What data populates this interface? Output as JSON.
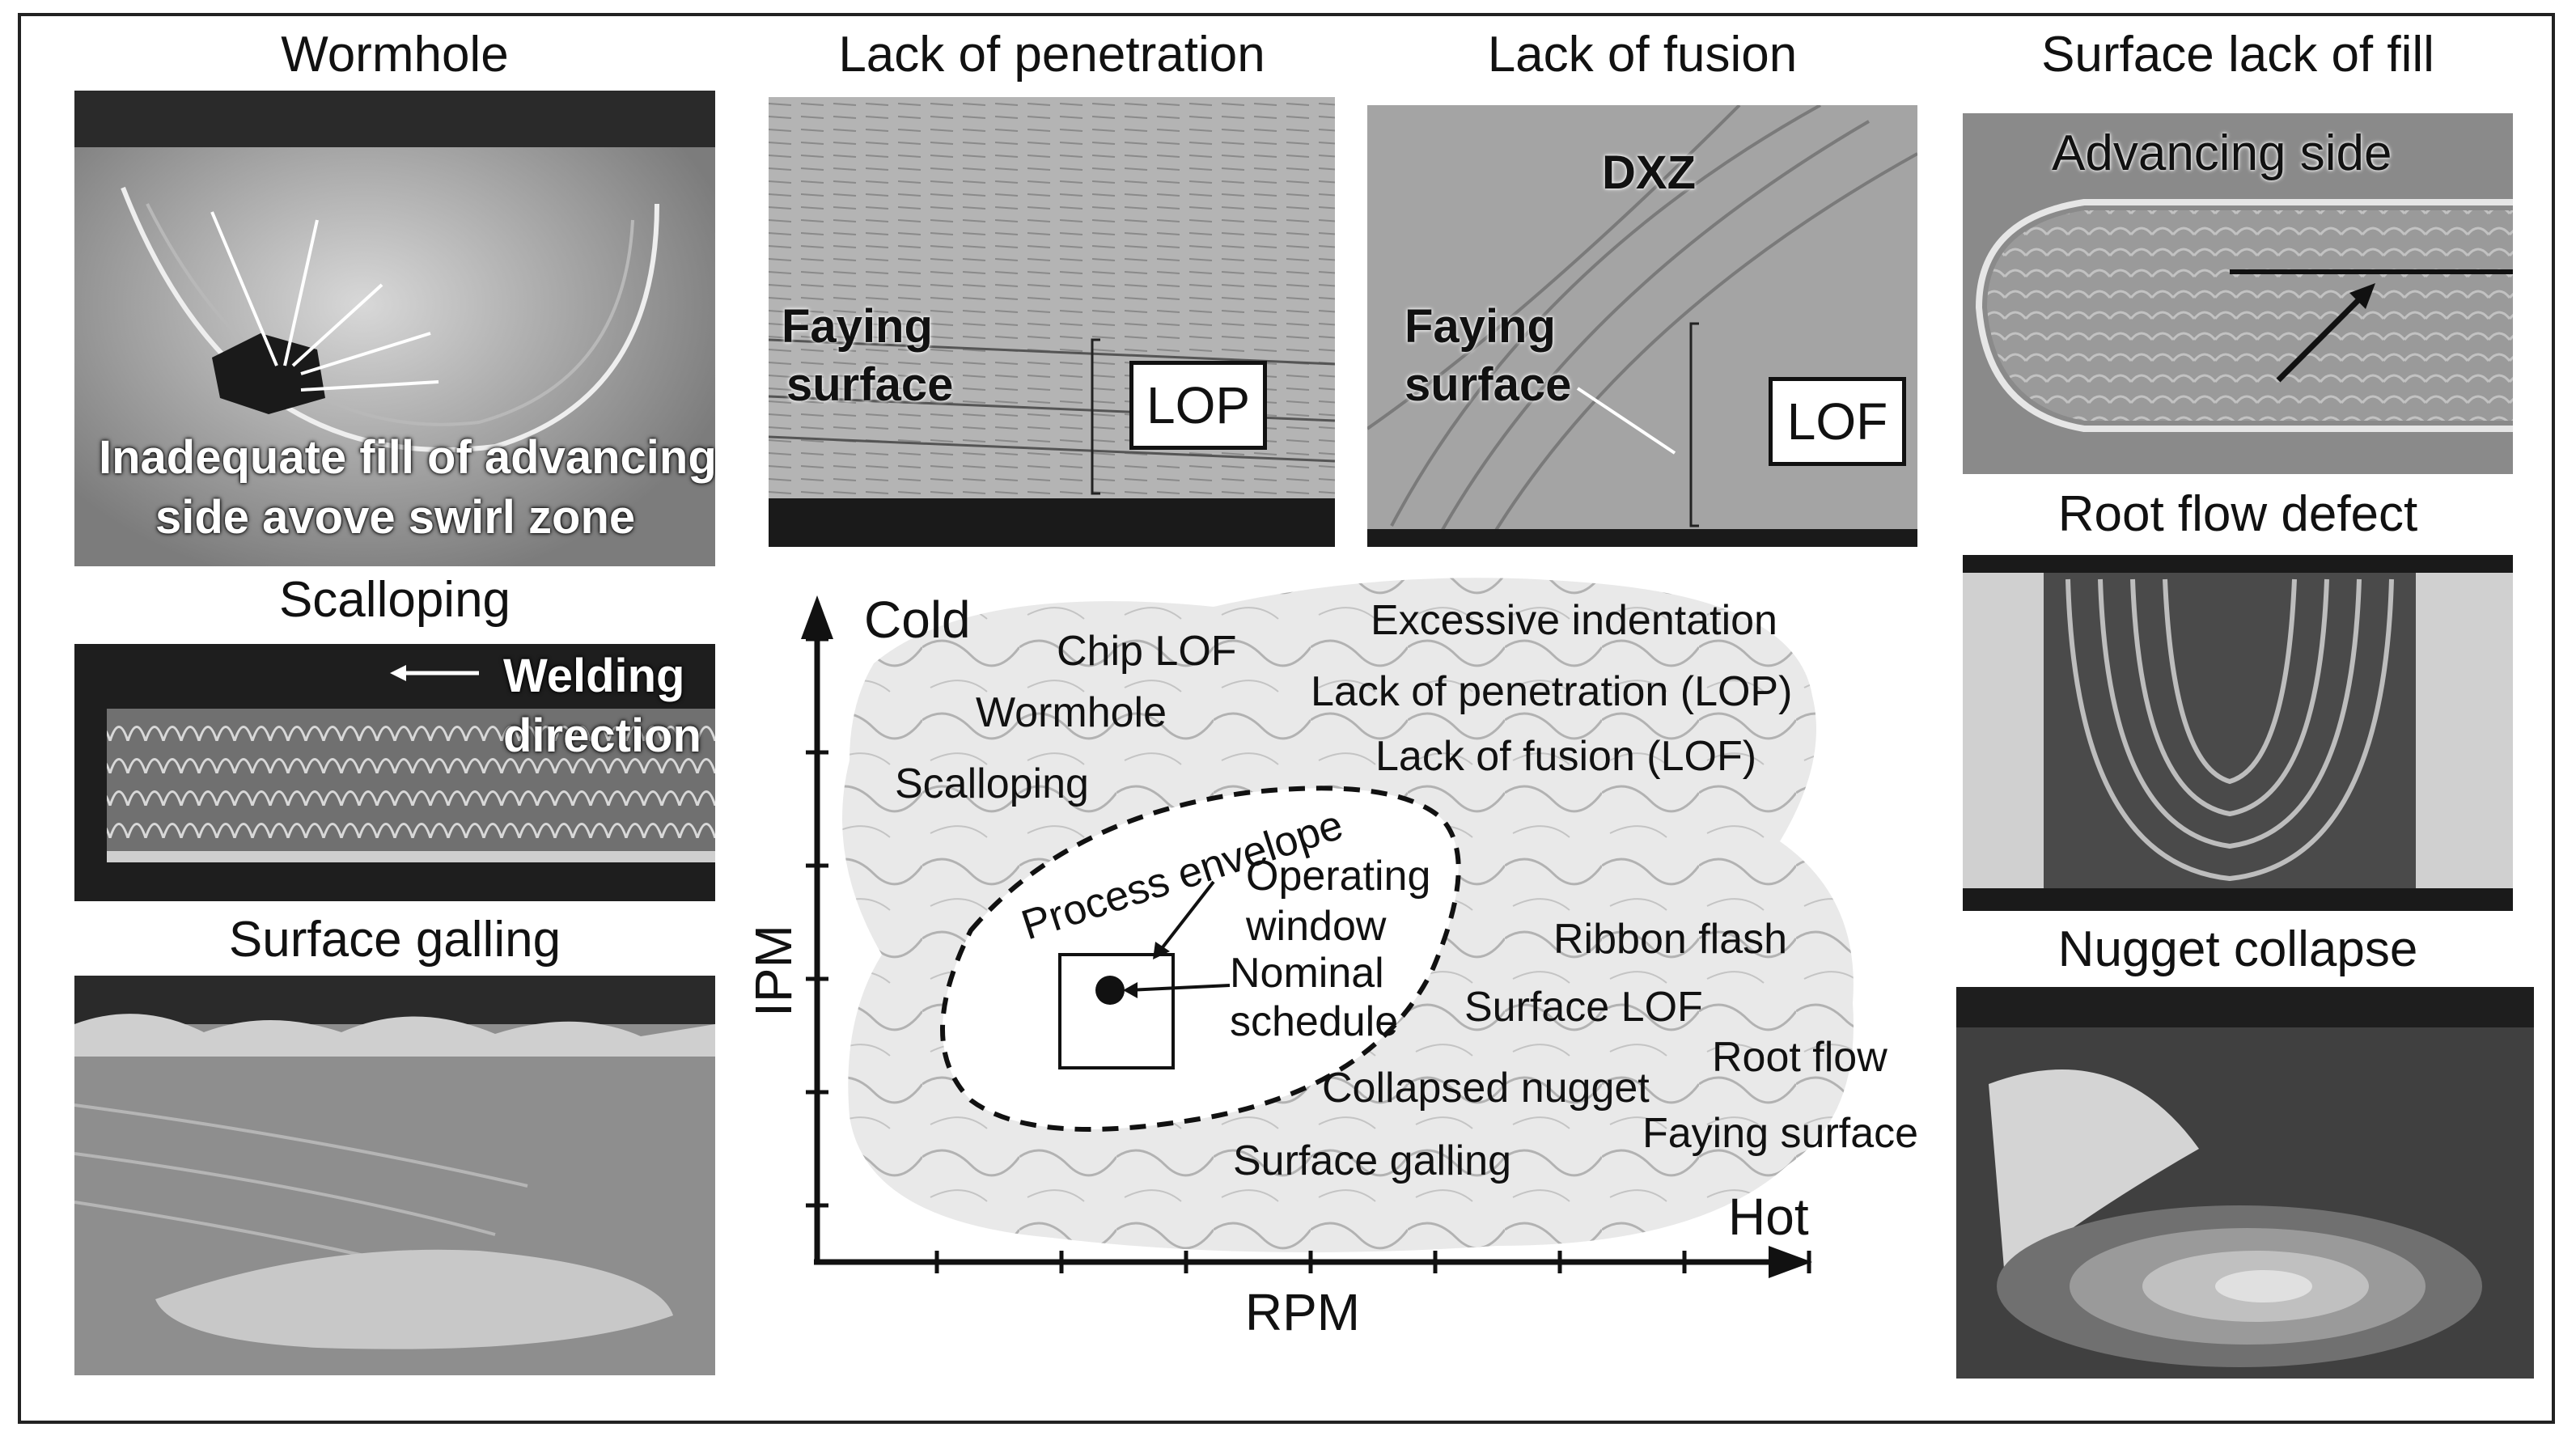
{
  "panels": {
    "wormhole": {
      "title": "Wormhole",
      "caption_line1": "Inadequate fill of advancing",
      "caption_line2": "side avove swirl zone"
    },
    "scalloping": {
      "title": "Scalloping",
      "note_line1": "Welding",
      "note_line2": "direction"
    },
    "surface_galling": {
      "title": "Surface galling"
    },
    "lack_of_penetration": {
      "title": "Lack of penetration",
      "label_line1": "Faying",
      "label_line2": "surface",
      "box": "LOP"
    },
    "lack_of_fusion": {
      "title": "Lack of fusion",
      "zone": "DXZ",
      "label_line1": "Faying",
      "label_line2": "surface",
      "box": "LOF"
    },
    "surface_lack_of_fill": {
      "title": "Surface lack of fill",
      "label": "Advancing side"
    },
    "root_flow_defect": {
      "title": "Root flow defect"
    },
    "nugget_collapse": {
      "title": "Nugget collapse"
    }
  },
  "diagram": {
    "y_axis_label": "IPM",
    "x_axis_label": "RPM",
    "y_axis_top": "Cold",
    "x_axis_right": "Hot",
    "envelope_label": "Process envelope",
    "window_label_line1": "Operating",
    "window_label_line2": "window",
    "nominal_label_line1": "Nominal",
    "nominal_label_line2": "schedule",
    "defects": {
      "chip_lof": "Chip LOF",
      "wormhole": "Wormhole",
      "scalloping": "Scalloping",
      "excessive_indentation": "Excessive indentation",
      "lack_of_penetration": "Lack of penetration (LOP)",
      "lack_of_fusion": "Lack of fusion (LOF)",
      "ribbon_flash": "Ribbon flash",
      "surface_lof": "Surface LOF",
      "root_flow": "Root flow",
      "collapsed_nugget": "Collapsed nugget",
      "faying_surface": "Faying surface",
      "surface_galling": "Surface galling"
    }
  }
}
